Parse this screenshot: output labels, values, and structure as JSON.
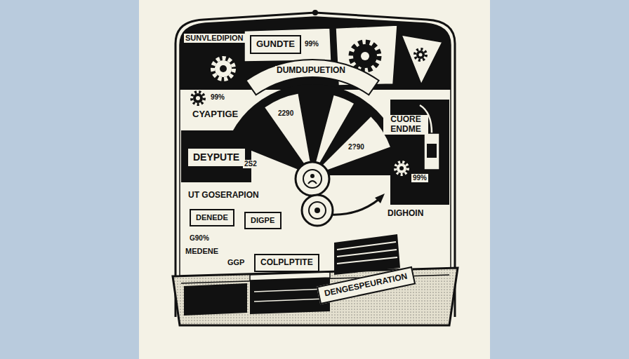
{
  "diagram": {
    "nodes": [
      {
        "text": [
          "GUNDTE"
        ]
      },
      {
        "text": [
          "DEYPUTE"
        ]
      },
      {
        "text": [
          "DENEDE"
        ]
      },
      {
        "text": [
          "DIGPE"
        ]
      },
      {
        "text": [
          "COLPLPTITE"
        ]
      },
      {
        "text": [
          "DENGESPEURATION"
        ]
      }
    ],
    "labels": [
      "SUNVLEDIPION",
      "99%",
      "DUMDUPUETION",
      "99%",
      "CYAPTIGE",
      "2290",
      "CUORE ENDME",
      "2?90",
      "99%",
      "2S2",
      "UT GOSERAPION",
      "DIGHOIN",
      "G90%",
      "MEDENE",
      "GGP"
    ]
  }
}
